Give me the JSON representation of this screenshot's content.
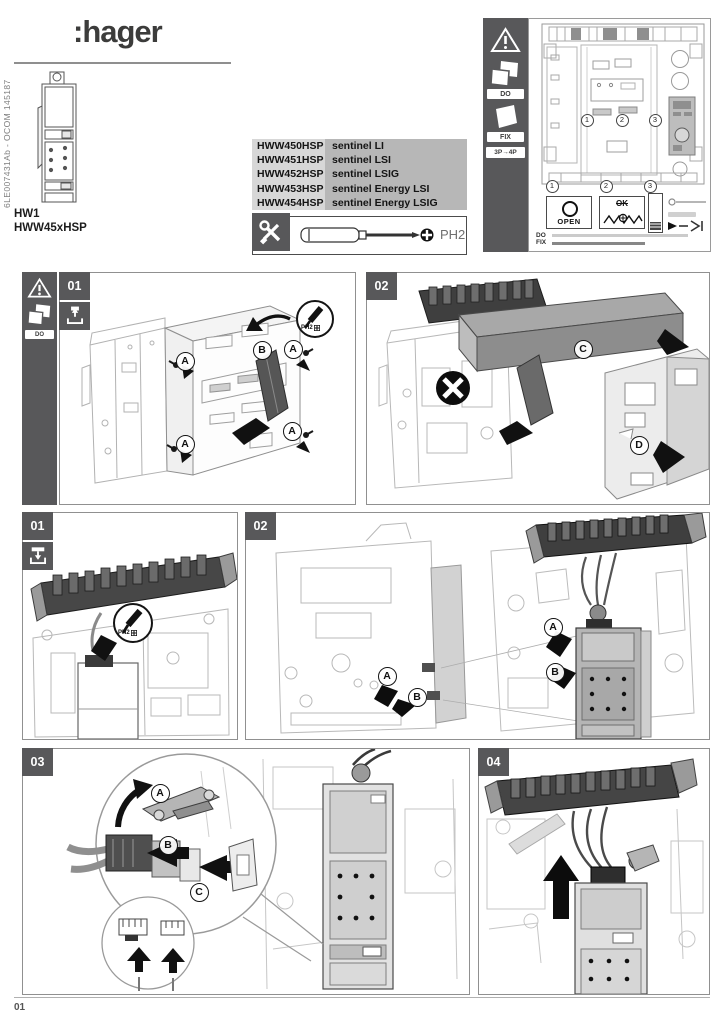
{
  "header": {
    "brand": ":hager",
    "doc_ref": "6LE007431Ab - OCOM 145187",
    "model": "HW1",
    "model_series": "HWW45xHSP"
  },
  "parts": {
    "rows": [
      {
        "ref": "HWW450HSP",
        "desc": "sentinel LI"
      },
      {
        "ref": "HWW451HSP",
        "desc": "sentinel LSI"
      },
      {
        "ref": "HWW452HSP",
        "desc": "sentinel LSIG"
      },
      {
        "ref": "HWW453HSP",
        "desc": "sentinel Energy LSI"
      },
      {
        "ref": "HWW454HSP",
        "desc": "sentinel Energy LSIG"
      }
    ]
  },
  "tools": {
    "bit": "PH2"
  },
  "overview": {
    "do": "DO",
    "fix": "FIX",
    "poles": "3P→4P",
    "open": "OPEN",
    "spring_ok": "OK",
    "markers": {
      "m1": "1",
      "m2": "2",
      "m3": "3"
    }
  },
  "steps": {
    "s1": "01",
    "s2": "02",
    "s3": "01",
    "s4": "02",
    "s5": "03",
    "s6": "04"
  },
  "callouts": {
    "a": "A",
    "b": "B",
    "c": "C",
    "d": "D"
  },
  "footer": {
    "page": "01"
  },
  "colors": {
    "panel_dark": "#58585a",
    "table_ref_bg": "#d7d7d7",
    "table_desc_bg": "#b7b7b7",
    "do_bar": "#cbcbcb",
    "fix_bar": "#878787"
  }
}
